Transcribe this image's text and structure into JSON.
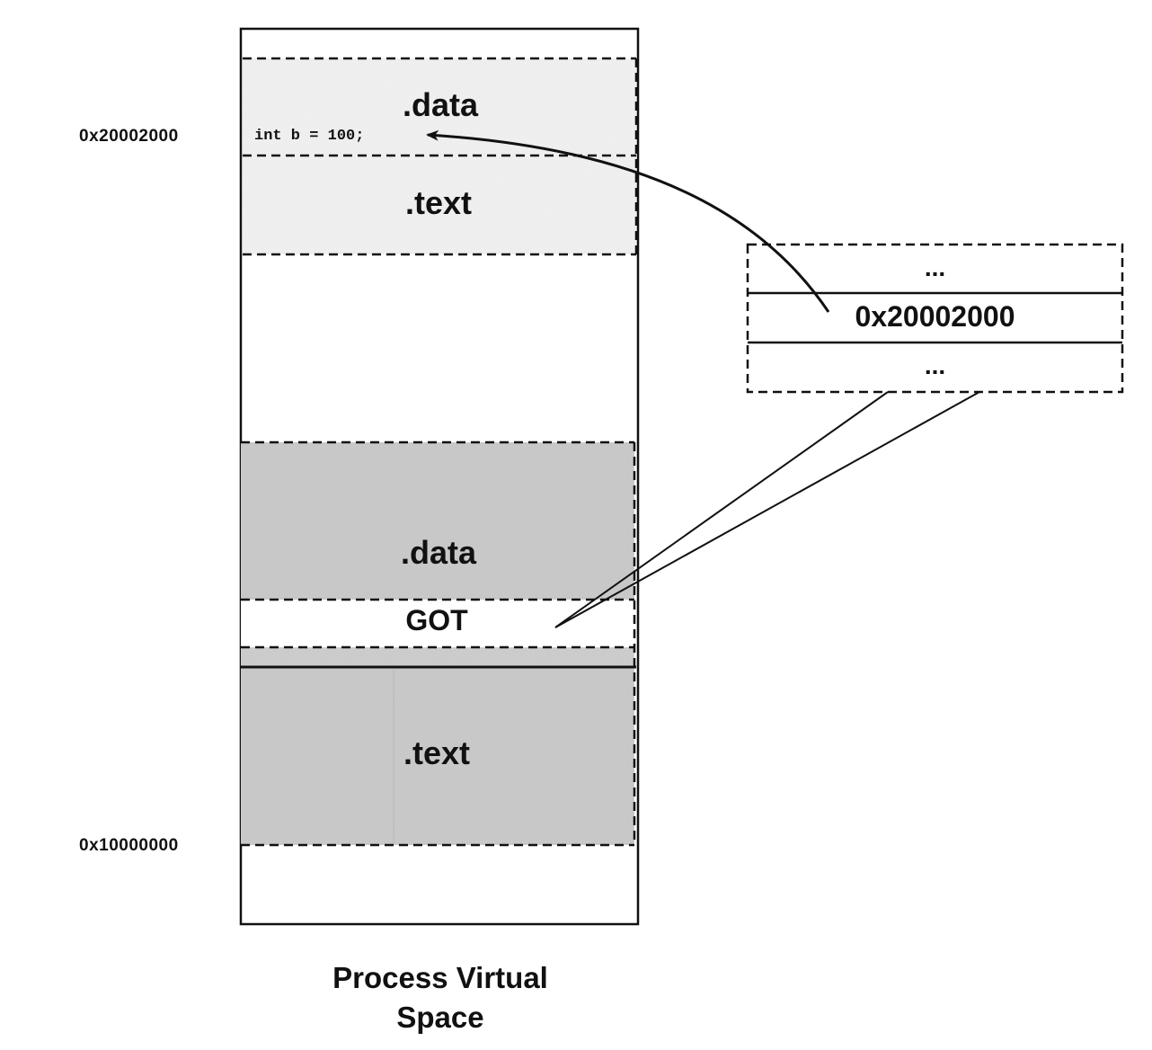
{
  "addresses": {
    "upper": "0x20002000",
    "lower": "0x10000000"
  },
  "upper_module": {
    "data_label": ".data",
    "text_label": ".text",
    "variable_code": "int b = 100;"
  },
  "lower_module": {
    "data_label": ".data",
    "got_label": "GOT",
    "text_label": ".text"
  },
  "got_table": {
    "entries": [
      "...",
      "0x20002000",
      "..."
    ]
  },
  "caption": {
    "line1": "Process Virtual",
    "line2": "Space"
  },
  "colors": {
    "ink": "#111111",
    "light_fill": "#f1f1f1",
    "dark_fill": "#cfcfcf"
  }
}
